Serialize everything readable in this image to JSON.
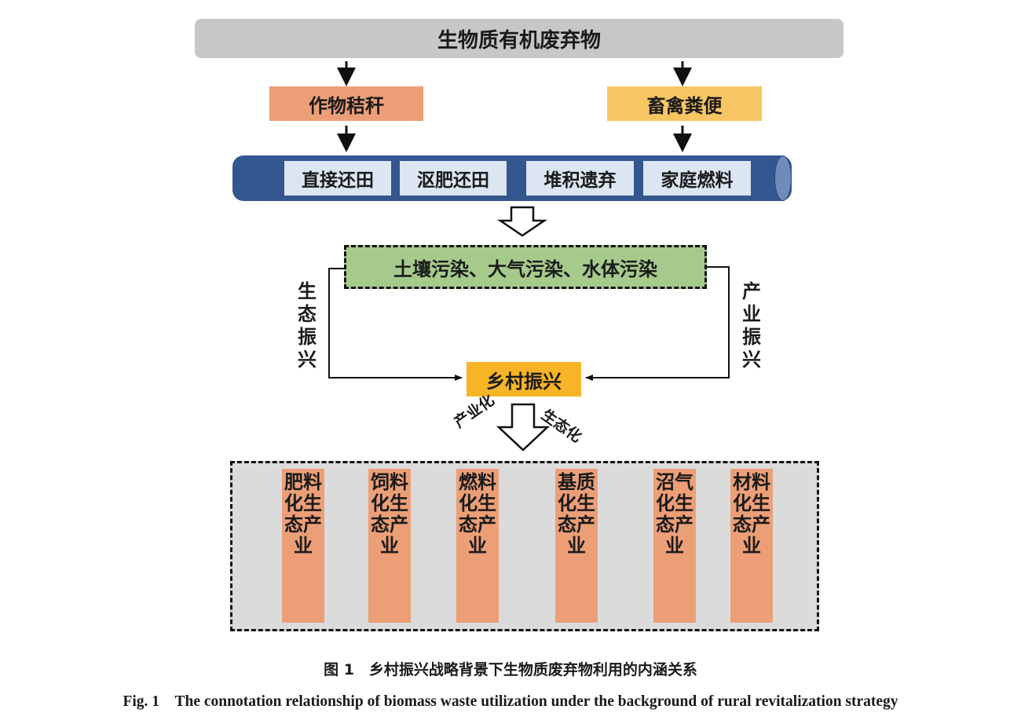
{
  "top_banner": "生物质有机废弃物",
  "sources": {
    "straw": "作物秸秆",
    "manure": "畜禽粪便"
  },
  "disposal_methods": [
    "直接还田",
    "沤肥还田",
    "堆积遗弃",
    "家庭燃料"
  ],
  "pollution": "土壤污染、大气污染、水体污染",
  "side_labels": {
    "left": "生态振兴",
    "right": "产业振兴"
  },
  "rural_revitalization": "乡村振兴",
  "arrow_labels": {
    "left": "产业化",
    "right": "生态化"
  },
  "industries": [
    "肥料化生态产业",
    "饲料化生态产业",
    "燃料化生态产业",
    "基质化生态产业",
    "沼气化生态产业",
    "材料化生态产业"
  ],
  "caption": {
    "cn": "图 1　乡村振兴战略背景下生物质废弃物利用的内涵关系",
    "en": "Fig. 1　The connotation relationship of biomass waste utilization under the background of rural revitalization strategy"
  },
  "colors": {
    "banner": "#c8c7c8",
    "straw": "#ec9f77",
    "manure": "#f7c662",
    "pipe": "#34568f",
    "pipe_item": "#dce5f2",
    "pollution": "#a6ca8c",
    "rural": "#f6b426",
    "panel": "#dcdbdc",
    "industry": "#ec9f77"
  }
}
